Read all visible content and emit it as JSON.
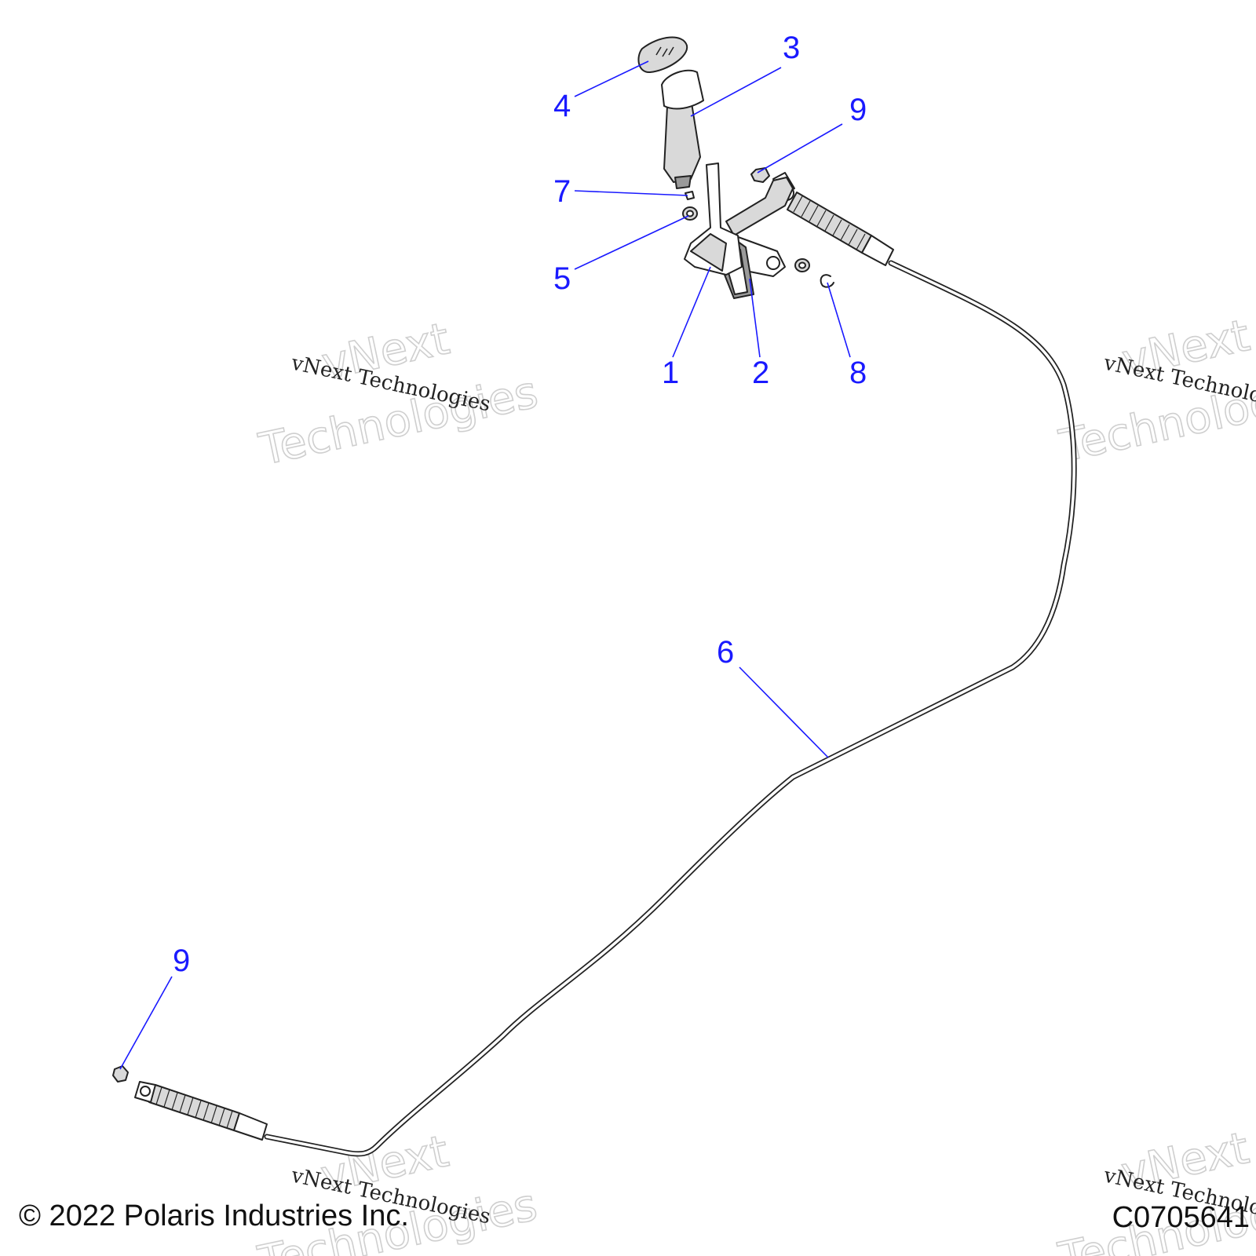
{
  "callouts": [
    {
      "id": "1",
      "label": "1"
    },
    {
      "id": "2",
      "label": "2"
    },
    {
      "id": "3",
      "label": "3"
    },
    {
      "id": "4",
      "label": "4"
    },
    {
      "id": "5",
      "label": "5"
    },
    {
      "id": "6",
      "label": "6"
    },
    {
      "id": "7",
      "label": "7"
    },
    {
      "id": "8",
      "label": "8"
    },
    {
      "id": "9a",
      "label": "9"
    },
    {
      "id": "9b",
      "label": "9"
    }
  ],
  "watermark": {
    "small_text": "vNext Technologies",
    "big_line1": "vNext",
    "big_line2": "Technologies"
  },
  "footer": {
    "copyright": "© 2022 Polaris Industries Inc.",
    "figure_id": "C0705641"
  },
  "colors": {
    "callout": "#1a1aff",
    "line_art": "#222222",
    "watermark": "#cfcfcf"
  }
}
